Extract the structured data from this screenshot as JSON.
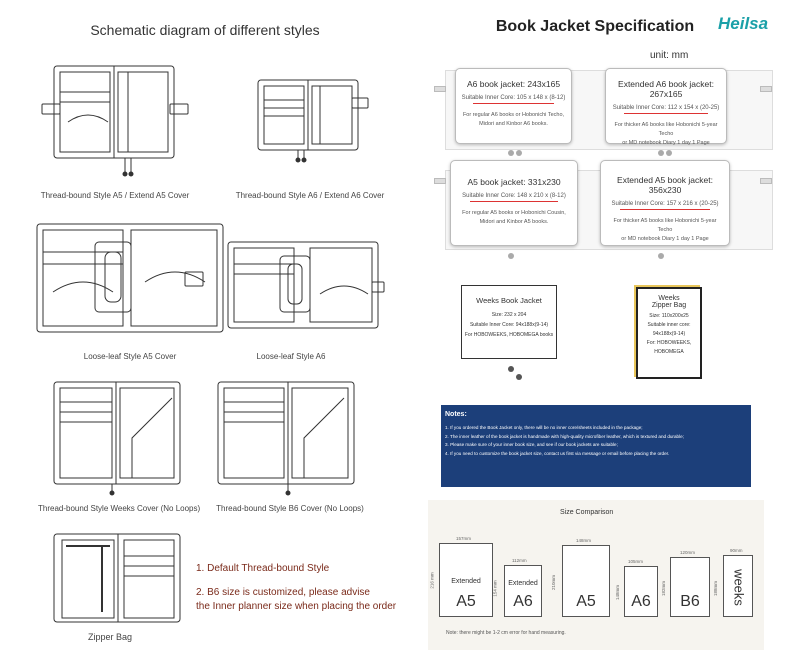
{
  "left": {
    "title": "Schematic diagram of different styles",
    "captions": {
      "c1": "Thread-bound  Style A5 / Extend A5 Cover",
      "c2": "Thread-bound  Style  A6 / Extend A6 Cover",
      "c3": "Loose-leaf  Style  A5 Cover",
      "c4": "Loose-leaf  Style  A6",
      "c5": "Thread-bound Style Weeks Cover (No Loops)",
      "c6": "Thread-bound Style B6 Cover (No Loops)",
      "c7": "Zipper Bag"
    },
    "notes": {
      "n1": "1. Default Thread-bound Style",
      "n2": "2. B6 size is customized, please advise",
      "n3": "the Inner planner size when placing the order"
    }
  },
  "right": {
    "title": "Book Jacket Specification",
    "brand": "Heilsa",
    "unit": "unit: mm",
    "specs": [
      {
        "head": "A6 book jacket: 243x165",
        "inner": "Suitable Inner Core: 105 x 148 x (8-12)",
        "desc1": "For regular A6 books or Hobonichi Techo,",
        "desc2": "Midori and Kinbor A6 books."
      },
      {
        "head": "Extended A6 book jacket: 267x165",
        "inner": "Suitable Inner Core: 112 x 154 x (20-25)",
        "desc1": "For thicker A6 books like Hobonichi 5-year Techo",
        "desc2": "or  MD notebook Diary 1 day 1 Page"
      },
      {
        "head": "A5 book jacket: 331x230",
        "inner": "Suitable Inner Core: 148 x 210 x (8-12)",
        "desc1": "For regular A5 books or Hobonichi Cousin,",
        "desc2": "Midori and Kinbor A5 books."
      },
      {
        "head": "Extended A5 book jacket: 356x230",
        "inner": "Suitable Inner Core: 157 x 216 x (20-25)",
        "desc1": "For thicker A5 books like Hobonichi 5-year Techo",
        "desc2": "or  MD notebook Diary 1 day 1 Page"
      }
    ],
    "weeks": {
      "head": "Weeks  Book Jacket",
      "size": "Size: 232 x 204",
      "inner": "Suitable Inner Core: 94x188x(9-14)",
      "desc": "For HOBOWEEKS, HOBOMEGA books"
    },
    "zipper": {
      "h1": "Weeks",
      "h2": "Zipper Bag",
      "size": "Size: 110x200x25",
      "inner1": "Suitable inner core:",
      "inner2": "94x188x(9-14)",
      "desc1": "For: HOBOWEEKS,",
      "desc2": "HOBOMEGA"
    },
    "notes": {
      "title": "Notes:",
      "l1": "1. If you ordered the Book Jacket only, there will be no inner core/sheets included in the package;",
      "l2": "2. The inner leather of the book jacket is handmade with high-quality microfiber leather, which is textured and durable;",
      "l3": "3. Please make sure of your inner book size, and see if our book jackets are suitable;",
      "l4": "4. If you need to customize the book jacket size, contact us first via message or email before placing the order."
    },
    "comparison": {
      "title": "Size Comparison",
      "boxes": [
        {
          "sub": "Extended",
          "label": "A5",
          "w": "157mm",
          "h": "216 mm"
        },
        {
          "sub": "Extended",
          "label": "A6",
          "w": "112mm",
          "h": "154 mm"
        },
        {
          "sub": "",
          "label": "A5",
          "w": "148mm",
          "h": "210mm"
        },
        {
          "sub": "",
          "label": "A6",
          "w": "105mm",
          "h": "148mm"
        },
        {
          "sub": "",
          "label": "B6",
          "w": "120mm",
          "h": "182mm"
        },
        {
          "sub": "",
          "label": "weeks",
          "w": "90mm",
          "h": "188mm"
        }
      ],
      "note": "Note: there might be 1-2 cm error for hand measuring."
    }
  },
  "colors": {
    "navy": "#1c3f7a",
    "brand": "#1aa0a8",
    "red_note": "#7a2a1a"
  }
}
